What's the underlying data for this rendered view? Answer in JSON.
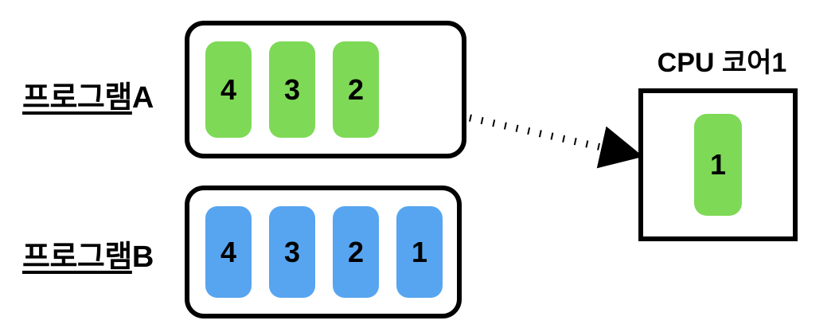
{
  "diagram": {
    "title_visible": false,
    "colors": {
      "program_a": "#7ed957",
      "program_b": "#57a5f0",
      "stroke": "#000000",
      "background": "#ffffff"
    },
    "rows": [
      {
        "label_korean": "프로그램",
        "label_suffix": "A",
        "color": "#7ed957",
        "tasks": [
          "4",
          "3",
          "2"
        ],
        "capacity": 4
      },
      {
        "label_korean": "프로그램",
        "label_suffix": "B",
        "color": "#57a5f0",
        "tasks": [
          "4",
          "3",
          "2",
          "1"
        ],
        "capacity": 4
      }
    ],
    "cpu": {
      "title": "CPU 코어1",
      "running_task": "1",
      "running_task_color": "#7ed957"
    },
    "arrow": {
      "style": "dotted",
      "from": "program-a-queue",
      "to": "cpu-core-1",
      "label": ""
    }
  }
}
